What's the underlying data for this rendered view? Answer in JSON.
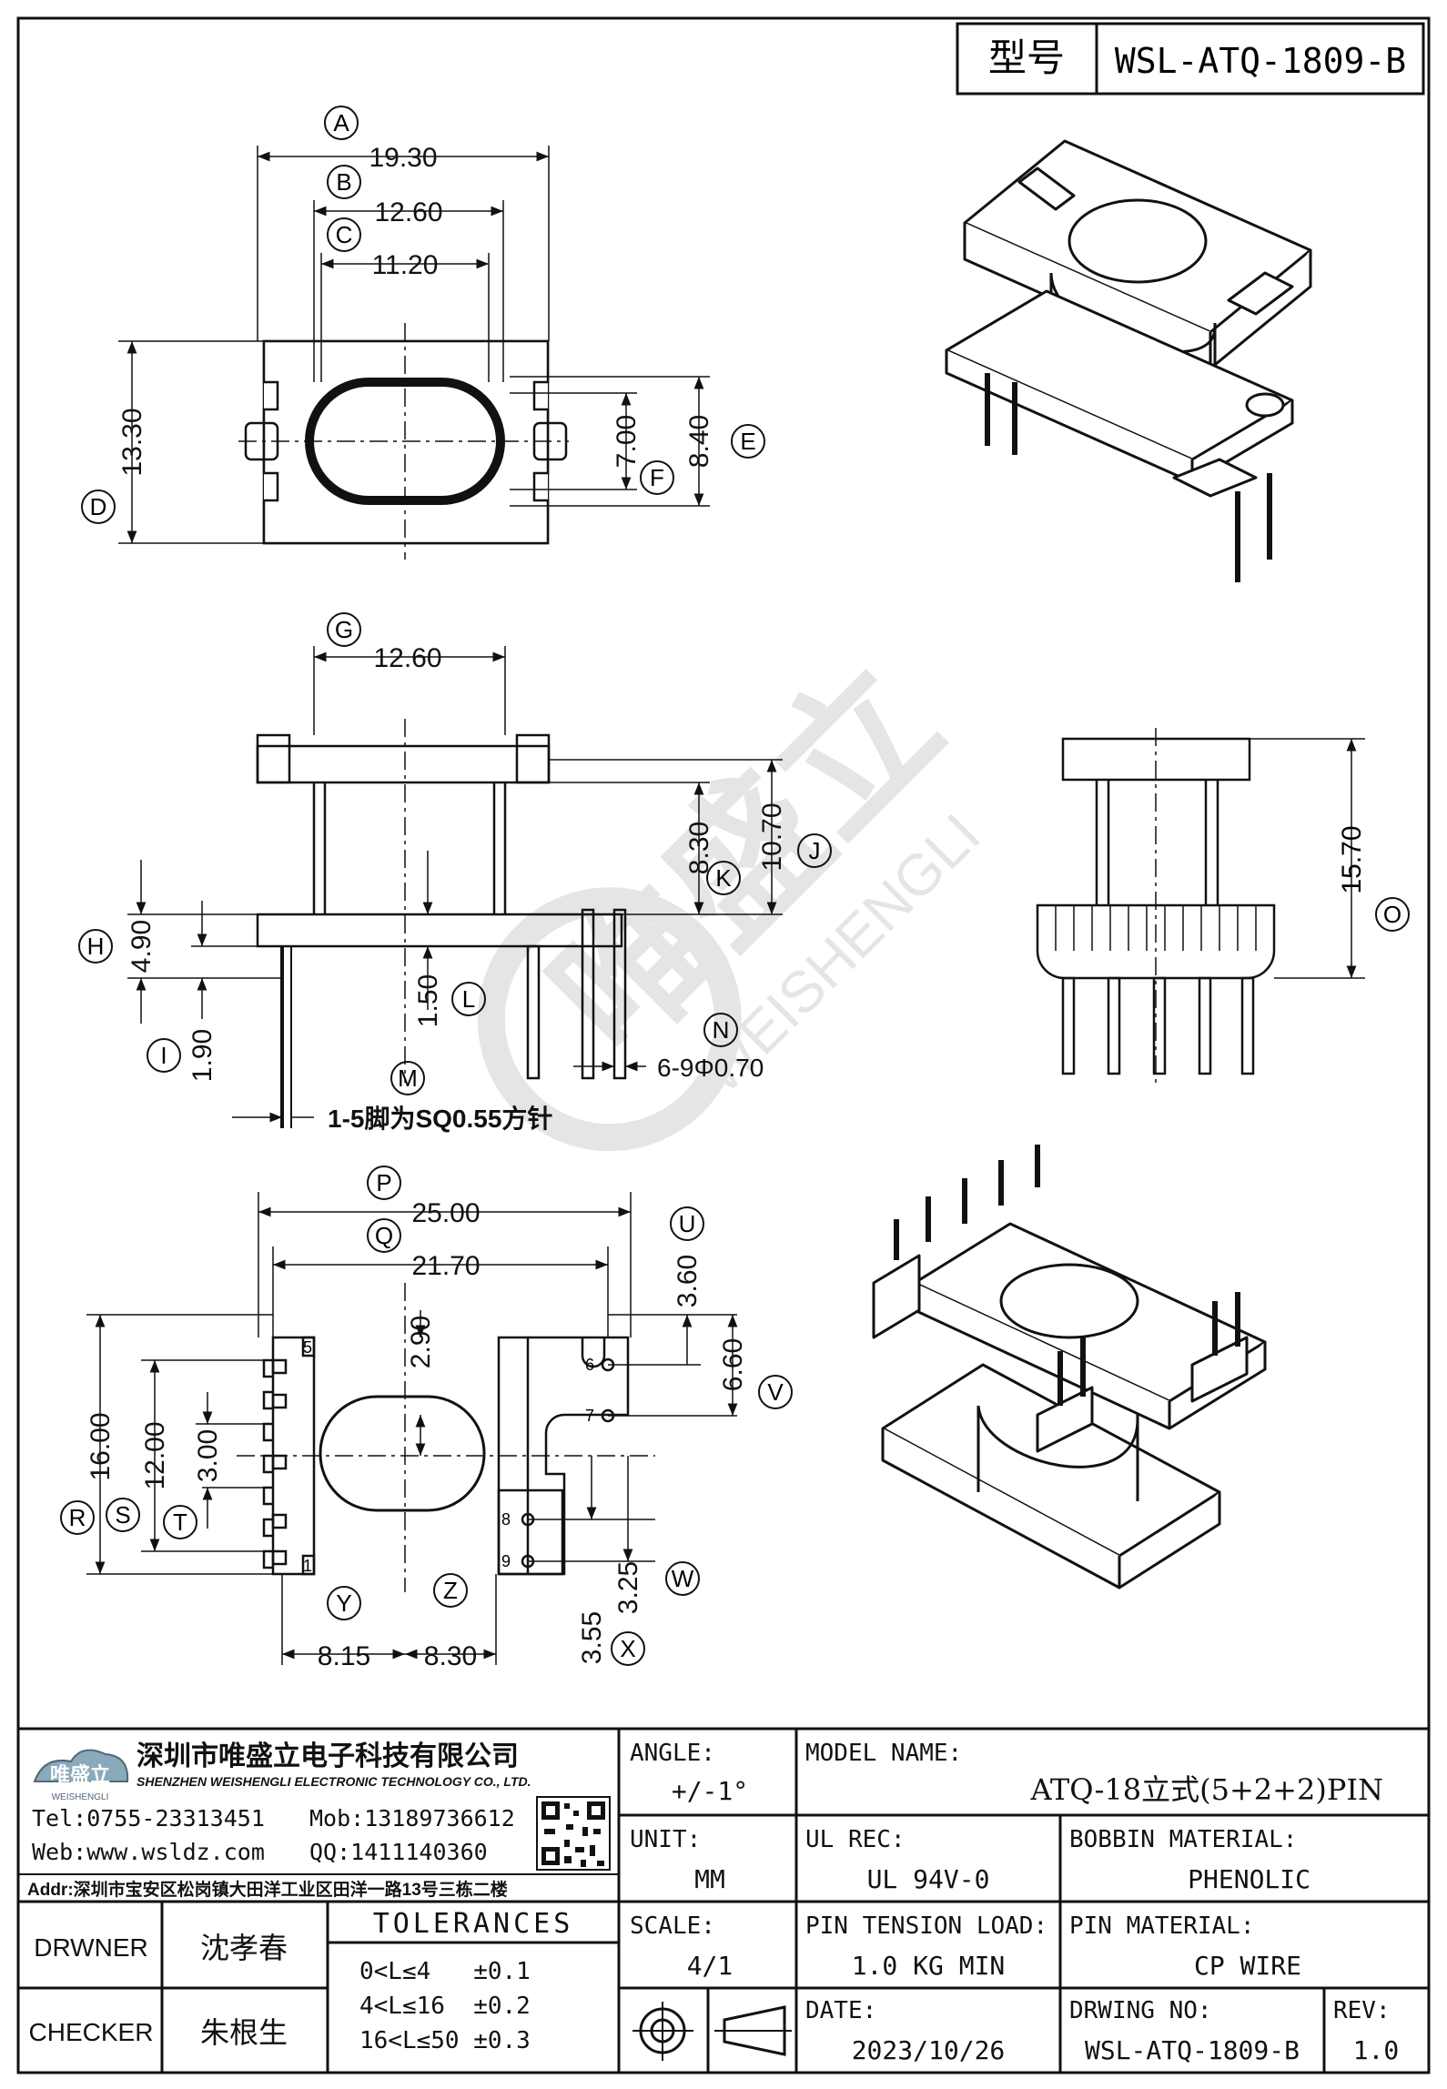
{
  "header": {
    "type_label": "型号",
    "type_value": "WSL-ATQ-1809-B"
  },
  "top_view": {
    "A": {
      "letter": "A",
      "value": "19.30"
    },
    "B": {
      "letter": "B",
      "value": "12.60"
    },
    "C": {
      "letter": "C",
      "value": "11.20"
    },
    "D": {
      "letter": "D",
      "value": "13.30"
    },
    "E": {
      "letter": "E",
      "value": "8.40"
    },
    "F": {
      "letter": "F",
      "value": "7.00"
    }
  },
  "front_view": {
    "G": {
      "letter": "G",
      "value": "12.60"
    },
    "H": {
      "letter": "H",
      "value": "4.90"
    },
    "I": {
      "letter": "I",
      "value": "1.90"
    },
    "J": {
      "letter": "J",
      "value": "10.70"
    },
    "K": {
      "letter": "K",
      "value": "8.30"
    },
    "L": {
      "letter": "L",
      "value": "1.50"
    },
    "M": {
      "letter": "M",
      "value": "1-5脚为SQ0.55方针"
    },
    "N": {
      "letter": "N",
      "value": "6-9Φ0.70"
    }
  },
  "side_view": {
    "O": {
      "letter": "O",
      "value": "15.70"
    }
  },
  "bottom_view": {
    "P": {
      "letter": "P",
      "value": "25.00"
    },
    "Q": {
      "letter": "Q",
      "value": "21.70"
    },
    "R": {
      "letter": "R",
      "value": "16.00"
    },
    "S": {
      "letter": "S",
      "value": "12.00"
    },
    "T": {
      "letter": "T",
      "value": "3.00"
    },
    "U": {
      "letter": "U",
      "value": "3.60"
    },
    "V": {
      "letter": "V",
      "value": "6.60"
    },
    "W": {
      "letter": "W",
      "value": "3.25"
    },
    "X": {
      "letter": "X",
      "value": "3.55"
    },
    "Y": {
      "letter": "Y",
      "value": "8.15"
    },
    "Z": {
      "letter": "Z",
      "value": "8.30"
    },
    "extra_dim": "2.90",
    "pins": [
      "1",
      "5",
      "6",
      "7",
      "8",
      "9"
    ]
  },
  "watermark": {
    "cn": "唯盛立",
    "en": "WEISHENGLI"
  },
  "title_block": {
    "company_cn": "深圳市唯盛立电子科技有限公司",
    "company_en": "SHENZHEN WEISHENGLI ELECTRONIC TECHNOLOGY CO., LTD.",
    "logo_text": "唯盛立",
    "logo_sub": "WEISHENGLI",
    "tel": "Tel:0755-23313451",
    "mob": "Mob:13189736612",
    "web": "Web:www.wsldz.com",
    "qq": "QQ:1411140360",
    "addr": "Addr:深圳市宝安区松岗镇大田洋工业区田洋一路13号三栋二楼",
    "angle_label": "ANGLE:",
    "angle_value": "+/-1°",
    "model_label": "MODEL NAME:",
    "model_value": "ATQ-18立式(5+2+2)PIN",
    "unit_label": "UNIT:",
    "unit_value": "MM",
    "ul_label": "UL REC:",
    "ul_value": "UL 94V-0",
    "bobbin_label": "BOBBIN MATERIAL:",
    "bobbin_value": "PHENOLIC",
    "drawer_label": "DRWNER",
    "drawer_value": "沈孝春",
    "checker_label": "CHECKER",
    "checker_value": "朱根生",
    "tolerances_label": "TOLERANCES",
    "tolerances": [
      "0<L≤4   ±0.1",
      "4<L≤16  ±0.2",
      "16<L≤50 ±0.3"
    ],
    "scale_label": "SCALE:",
    "scale_value": "4/1",
    "pin_tension_label": "PIN TENSION LOAD:",
    "pin_tension_value": "1.0 KG MIN",
    "pin_material_label": "PIN MATERIAL:",
    "pin_material_value": "CP WIRE",
    "date_label": "DATE:",
    "date_value": "2023/10/26",
    "drawing_no_label": "DRWING NO:",
    "drawing_no_value": "WSL-ATQ-1809-B",
    "rev_label": "REV:",
    "rev_value": "1.0"
  }
}
